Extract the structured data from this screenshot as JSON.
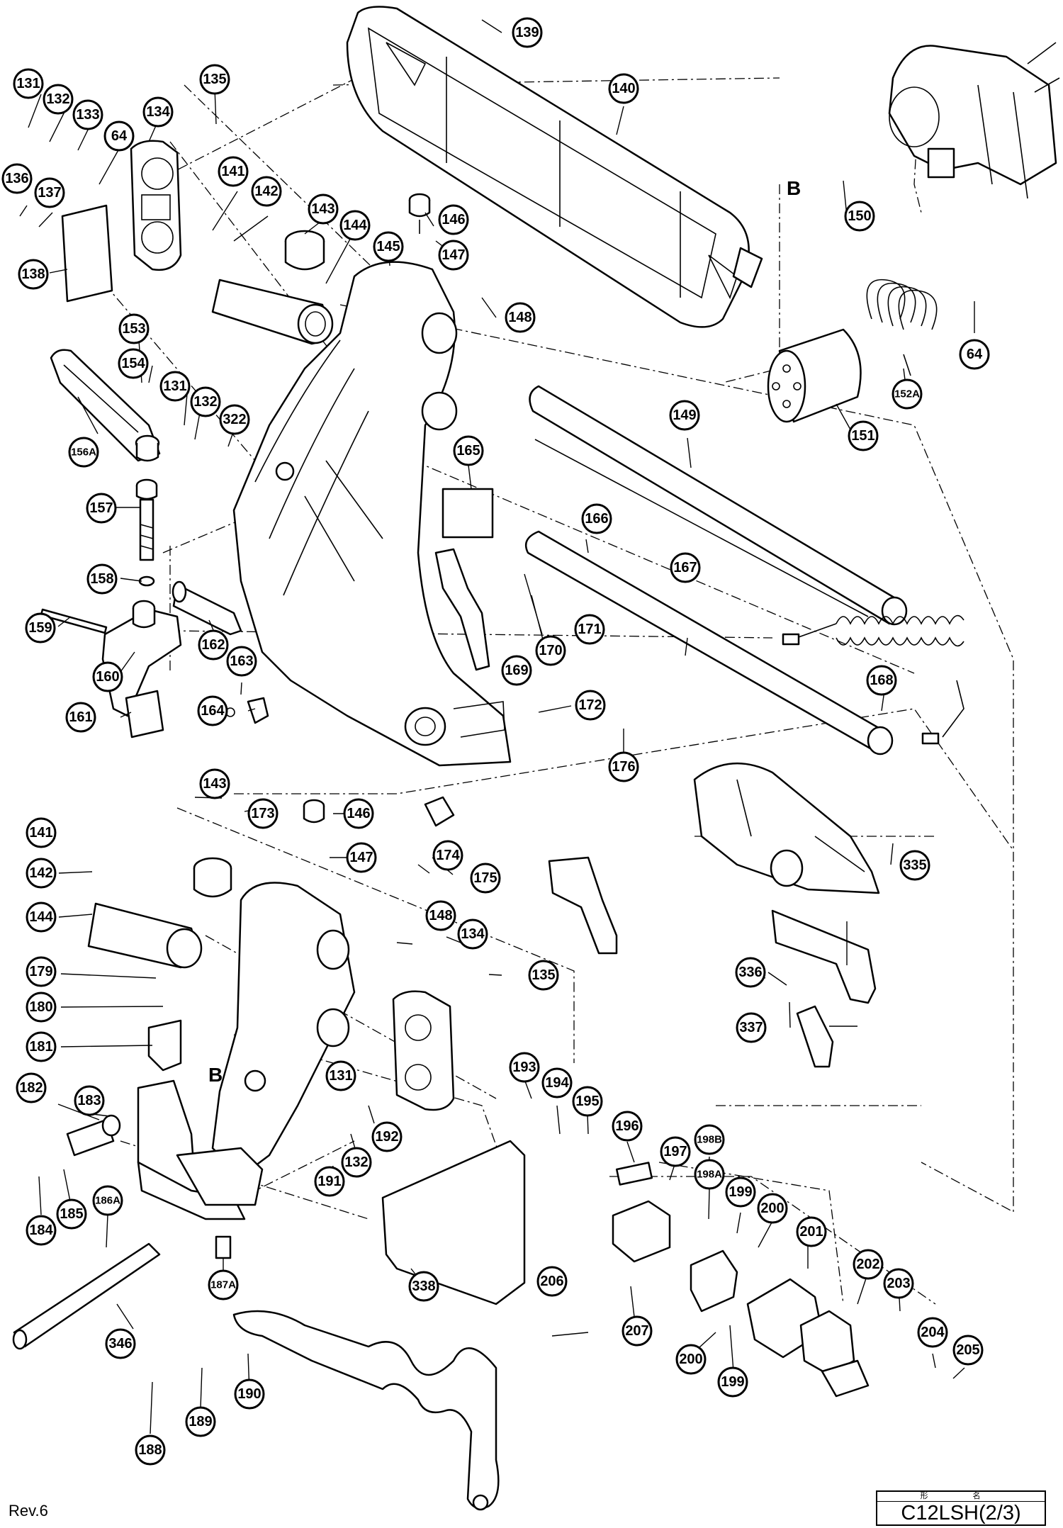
{
  "model": {
    "header": "形 名",
    "name": "C12LSH(2/3)"
  },
  "revision": "Rev.6",
  "reference_labels": [
    "B",
    "B"
  ],
  "callouts": [
    "131",
    "132",
    "133",
    "64",
    "134",
    "135",
    "139",
    "140",
    "136",
    "137",
    "138",
    "141",
    "142",
    "143",
    "144",
    "145",
    "146",
    "147",
    "148",
    "150",
    "B",
    "64",
    "151",
    "152A",
    "153",
    "154",
    "156A",
    "131",
    "132",
    "322",
    "149",
    "165",
    "157",
    "158",
    "159",
    "160",
    "161",
    "162",
    "163",
    "164",
    "166",
    "167",
    "171",
    "170",
    "169",
    "168",
    "172",
    "176",
    "143",
    "173",
    "146",
    "147",
    "174",
    "175",
    "335",
    "141",
    "142",
    "144",
    "148",
    "134",
    "135",
    "336",
    "337",
    "179",
    "180",
    "181",
    "182",
    "183",
    "131",
    "192",
    "132",
    "191",
    "184",
    "185",
    "186A",
    "187A",
    "193",
    "194",
    "195",
    "196",
    "197",
    "198B",
    "198A",
    "199",
    "200",
    "201",
    "202",
    "203",
    "204",
    "205",
    "206",
    "207",
    "200",
    "199",
    "338",
    "346",
    "190",
    "189",
    "188"
  ]
}
